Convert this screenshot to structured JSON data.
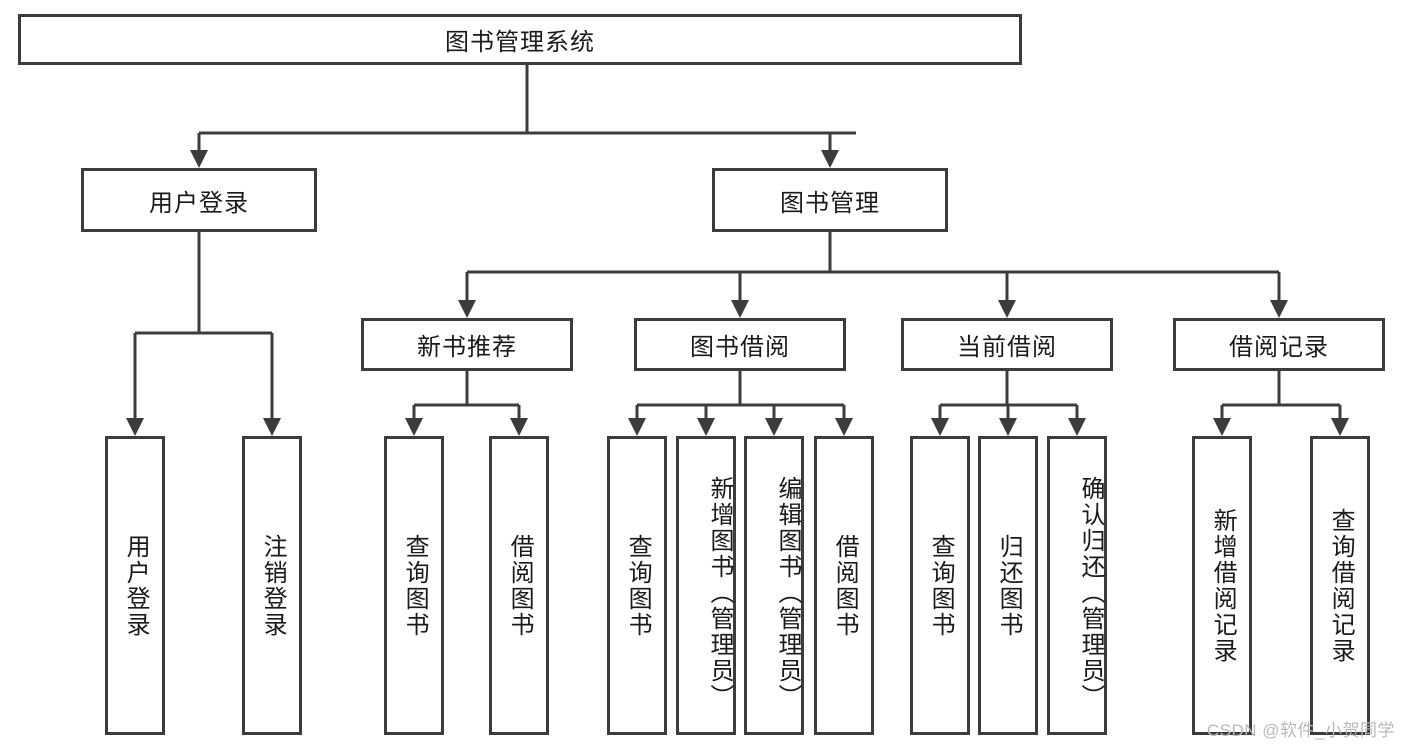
{
  "diagram": {
    "title": "图书管理系统",
    "type": "tree-hierarchy-chart",
    "watermark": "CSDN @软件_小贺同学",
    "colors": {
      "stroke": "#3c3c3c",
      "background": "#ffffff",
      "text": "#1a1a1a",
      "watermark": "#b9b9b9"
    }
  },
  "root": {
    "label": "图书管理系统"
  },
  "level2": [
    {
      "label": "用户登录"
    },
    {
      "label": "图书管理"
    }
  ],
  "level3": [
    {
      "label": "新书推荐"
    },
    {
      "label": "图书借阅"
    },
    {
      "label": "当前借阅"
    },
    {
      "label": "借阅记录"
    }
  ],
  "leaves": {
    "user_login": [
      {
        "label": "用户登录"
      },
      {
        "label": "注销登录"
      }
    ],
    "new_book_recommend": [
      {
        "label": "查询图书"
      },
      {
        "label": "借阅图书"
      }
    ],
    "book_borrow": [
      {
        "label": "查询图书"
      },
      {
        "label": "新增图书（管理员）"
      },
      {
        "label": "编辑图书（管理员）"
      },
      {
        "label": "借阅图书"
      }
    ],
    "current_borrow": [
      {
        "label": "查询图书"
      },
      {
        "label": "归还图书"
      },
      {
        "label": "确认归还（管理员）"
      }
    ],
    "borrow_record": [
      {
        "label": "新增借阅记录"
      },
      {
        "label": "查询借阅记录"
      }
    ]
  }
}
